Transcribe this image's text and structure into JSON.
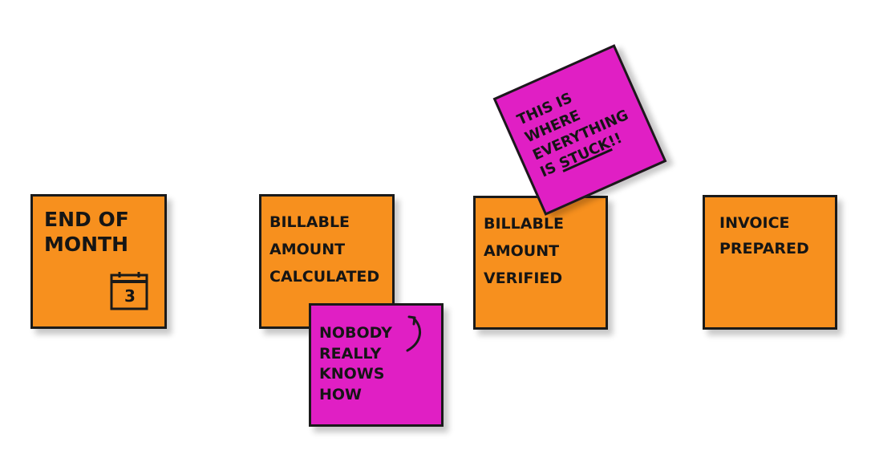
{
  "notes": {
    "end_of_month": {
      "line1": "END OF",
      "line2": "MONTH",
      "calendar_day": "3"
    },
    "calculated": {
      "line1": "BILLABLE",
      "line2": "AMOUNT",
      "line3": "CALCULATED"
    },
    "verified": {
      "line1": "BILLABLE",
      "line2": "AMOUNT",
      "line3": "VERIFIED"
    },
    "invoice": {
      "line1": "INVOICE",
      "line2": "PREPARED"
    },
    "nobody": {
      "line1": "NOBODY",
      "line2": "REALLY",
      "line3": "KNOWS",
      "line4": "HOW"
    },
    "stuck": {
      "line1": "THIS IS",
      "line2": "WHERE",
      "line3": "EVERYTHING",
      "line4_prefix": "IS",
      "line4_emph": "STUCK",
      "line4_suffix": "!!"
    }
  },
  "colors": {
    "orange": "#f7901e",
    "magenta": "#e01fc4",
    "ink": "#1a1a1a"
  },
  "icons": [
    "calendar-icon",
    "curved-arrow-icon"
  ]
}
